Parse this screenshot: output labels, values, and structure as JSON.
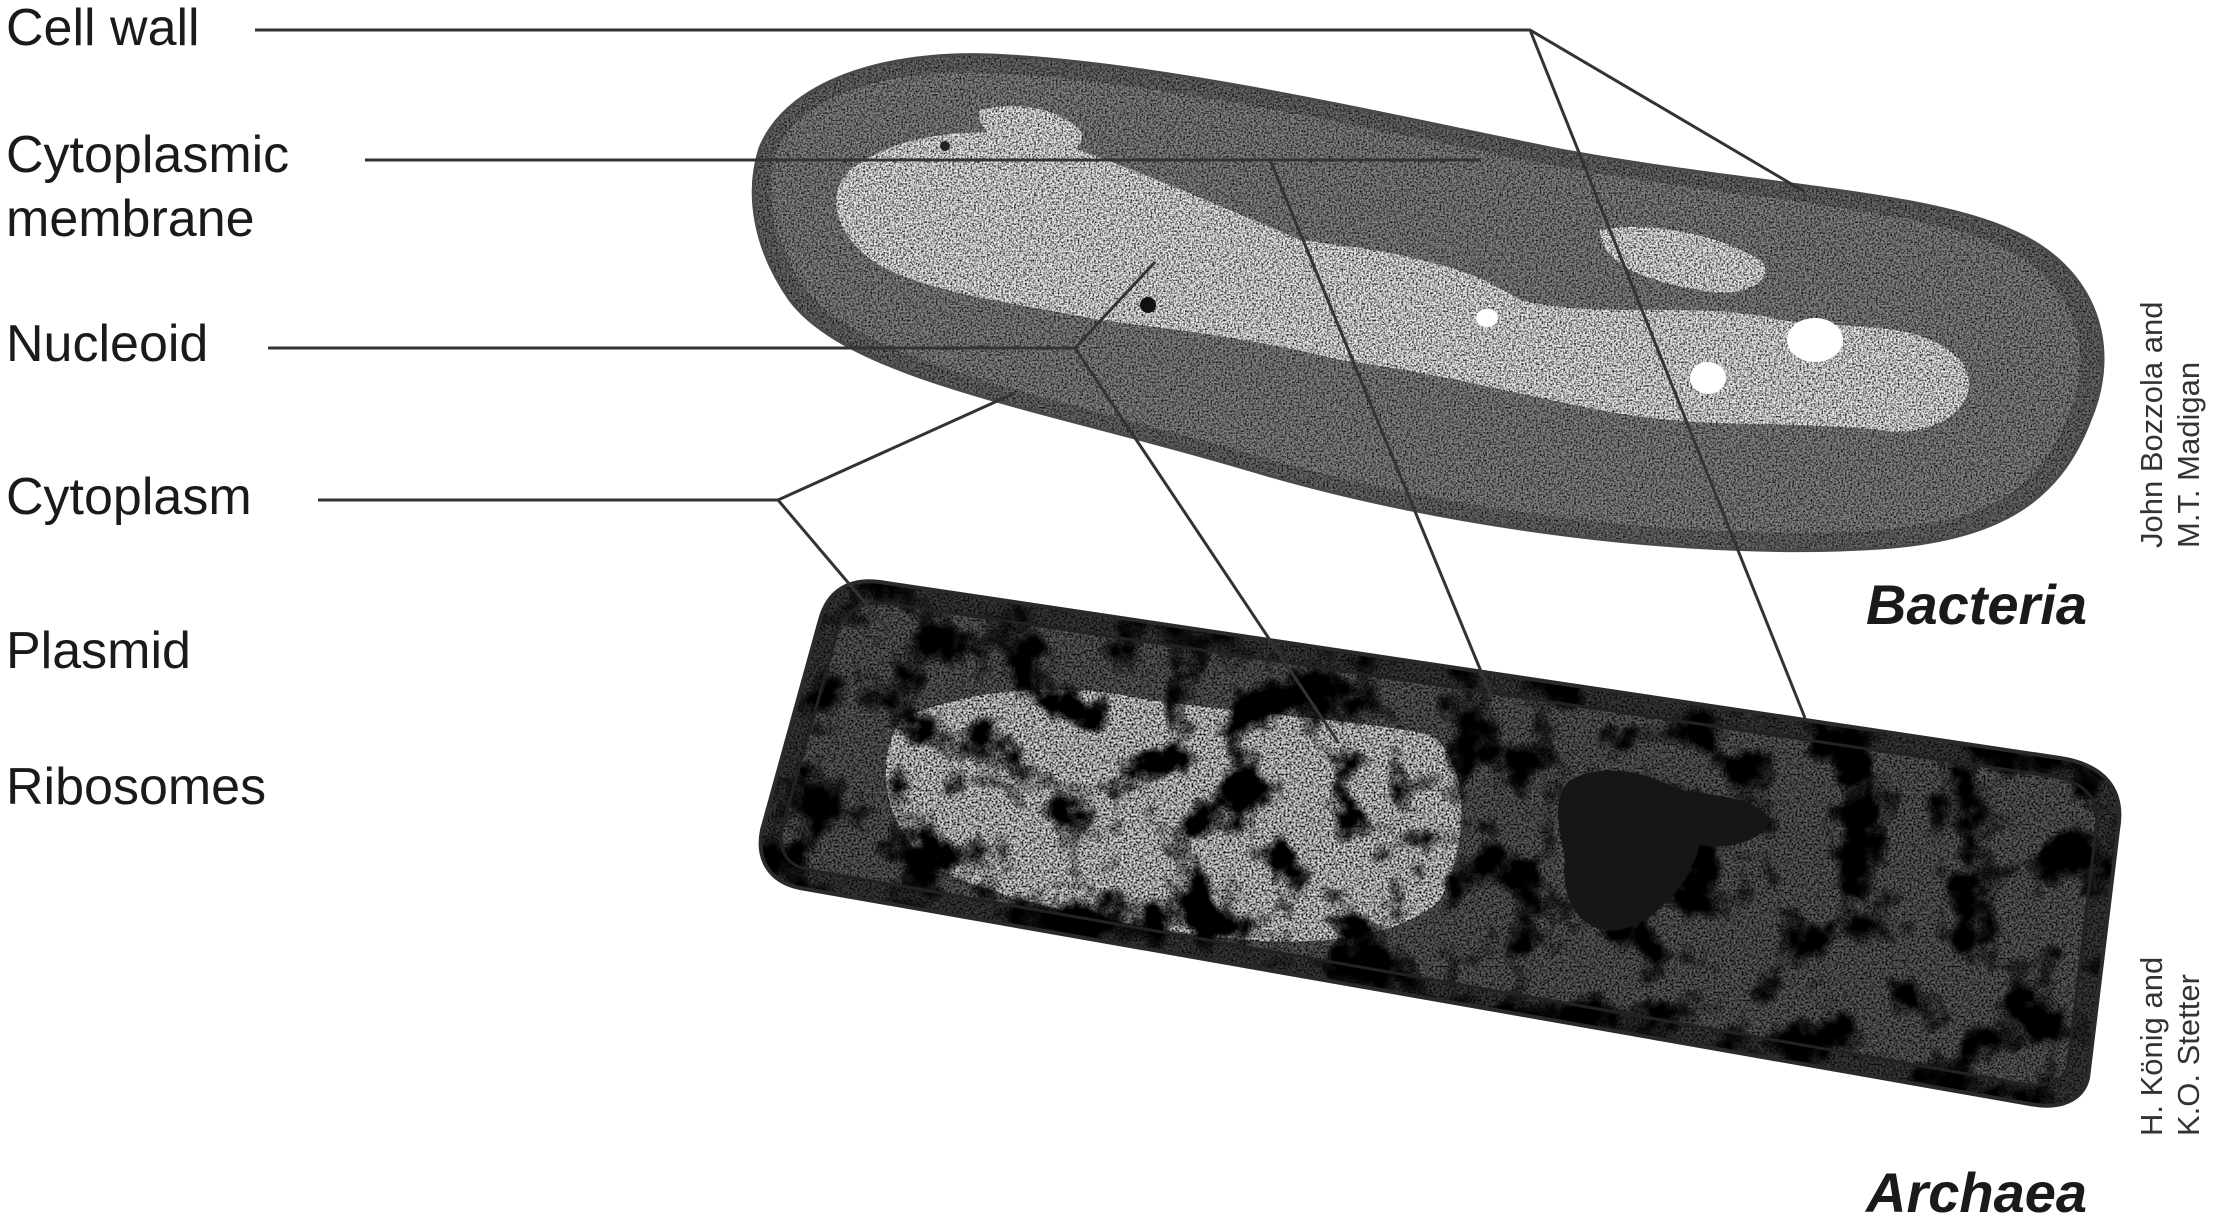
{
  "labels": {
    "cell_wall": "Cell wall",
    "cytoplasmic_membrane_line1": "Cytoplasmic",
    "cytoplasmic_membrane_line2": "membrane",
    "nucleoid": "Nucleoid",
    "cytoplasm": "Cytoplasm",
    "plasmid": "Plasmid",
    "ribosomes": "Ribosomes"
  },
  "organisms": {
    "bacteria": "Bacteria",
    "archaea": "Archaea"
  },
  "credits": {
    "bacteria_line1": "John Bozzola and",
    "bacteria_line2": "M.T. Madigan",
    "archaea_line1": "H. König and",
    "archaea_line2": "K.O. Stetter"
  },
  "colors": {
    "text": "#1a1a1a",
    "leader_line": "#333333",
    "bacteria_wall": "#6b6b6b",
    "bacteria_cytoplasm": "#858585",
    "bacteria_nucleoid": "#ebebeb",
    "archaea_wall": "#3a3a3a",
    "archaea_cytoplasm": "#5c5c5c",
    "archaea_light": "#d8d8d8"
  }
}
